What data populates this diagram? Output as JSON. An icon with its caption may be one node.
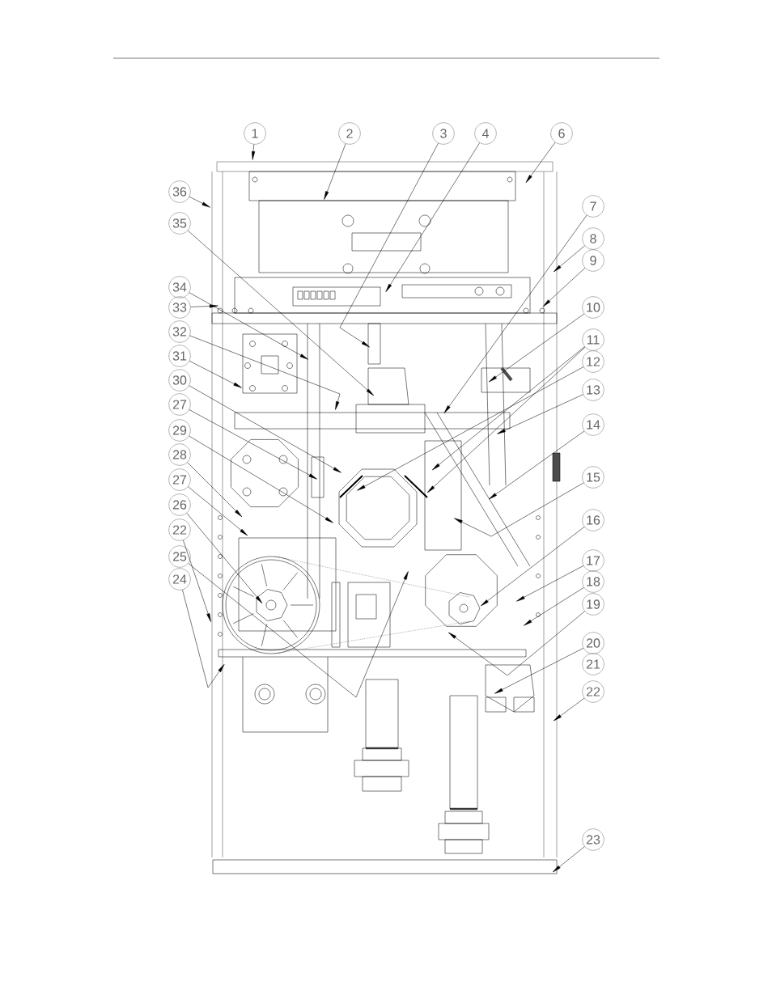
{
  "diagram": {
    "nodes": [
      {
        "text": [
          "1"
        ]
      },
      {
        "text": [
          "2"
        ]
      },
      {
        "text": [
          "3"
        ]
      },
      {
        "text": [
          "4"
        ]
      },
      {
        "text": [
          "6"
        ]
      },
      {
        "text": [
          "36"
        ]
      },
      {
        "text": [
          "35"
        ]
      },
      {
        "text": [
          "34"
        ]
      },
      {
        "text": [
          "33"
        ]
      },
      {
        "text": [
          "32"
        ]
      },
      {
        "text": [
          "31"
        ]
      },
      {
        "text": [
          "30"
        ]
      },
      {
        "text": [
          "27"
        ]
      },
      {
        "text": [
          "29"
        ]
      },
      {
        "text": [
          "28"
        ]
      },
      {
        "text": [
          "27"
        ]
      },
      {
        "text": [
          "26"
        ]
      },
      {
        "text": [
          "22"
        ]
      },
      {
        "text": [
          "25"
        ]
      },
      {
        "text": [
          "24"
        ]
      },
      {
        "text": [
          "7"
        ]
      },
      {
        "text": [
          "8"
        ]
      },
      {
        "text": [
          "9"
        ]
      },
      {
        "text": [
          "10"
        ]
      },
      {
        "text": [
          "11"
        ]
      },
      {
        "text": [
          "12"
        ]
      },
      {
        "text": [
          "13"
        ]
      },
      {
        "text": [
          "14"
        ]
      },
      {
        "text": [
          "15"
        ]
      },
      {
        "text": [
          "16"
        ]
      },
      {
        "text": [
          "17"
        ]
      },
      {
        "text": [
          "18"
        ]
      },
      {
        "text": [
          "19"
        ]
      },
      {
        "text": [
          "20"
        ]
      },
      {
        "text": [
          "21"
        ]
      },
      {
        "text": [
          "22"
        ]
      },
      {
        "text": [
          "23"
        ]
      }
    ],
    "edges": [
      {
        "from": 0,
        "to": null,
        "arrow": "to"
      },
      {
        "from": 1,
        "to": null,
        "arrow": "to"
      },
      {
        "from": 2,
        "to": null,
        "arrow": "to"
      },
      {
        "from": 3,
        "to": null,
        "arrow": "to"
      },
      {
        "from": 4,
        "to": null,
        "arrow": "to"
      },
      {
        "from": 5,
        "to": null,
        "arrow": "to"
      },
      {
        "from": 6,
        "to": null,
        "arrow": "to"
      },
      {
        "from": 7,
        "to": null,
        "arrow": "to"
      },
      {
        "from": 8,
        "to": null,
        "arrow": "to"
      },
      {
        "from": 9,
        "to": null,
        "arrow": "to"
      },
      {
        "from": 10,
        "to": null,
        "arrow": "to"
      },
      {
        "from": 11,
        "to": null,
        "arrow": "to"
      },
      {
        "from": 12,
        "to": null,
        "arrow": "to"
      },
      {
        "from": 13,
        "to": null,
        "arrow": "to"
      },
      {
        "from": 14,
        "to": null,
        "arrow": "to"
      },
      {
        "from": 15,
        "to": null,
        "arrow": "to"
      },
      {
        "from": 16,
        "to": null,
        "arrow": "to"
      },
      {
        "from": 17,
        "to": null,
        "arrow": "to"
      },
      {
        "from": 18,
        "to": null,
        "arrow": "to"
      },
      {
        "from": 19,
        "to": null,
        "arrow": "to"
      },
      {
        "from": 20,
        "to": null,
        "arrow": "to"
      },
      {
        "from": 21,
        "to": null,
        "arrow": "to"
      },
      {
        "from": 22,
        "to": null,
        "arrow": "to"
      },
      {
        "from": 23,
        "to": null,
        "arrow": "to"
      },
      {
        "from": 24,
        "to": null,
        "arrow": "to"
      },
      {
        "from": 24,
        "to": null,
        "arrow": "to"
      },
      {
        "from": 25,
        "to": null,
        "arrow": "to"
      },
      {
        "from": 26,
        "to": null,
        "arrow": "to"
      },
      {
        "from": 27,
        "to": null,
        "arrow": "to"
      },
      {
        "from": 28,
        "to": null,
        "arrow": "to"
      },
      {
        "from": 29,
        "to": null,
        "arrow": "to"
      },
      {
        "from": 30,
        "to": null,
        "arrow": "to"
      },
      {
        "from": 31,
        "to": null,
        "arrow": "to"
      },
      {
        "from": 32,
        "to": null,
        "arrow": "to"
      },
      {
        "from": 33,
        "to": null,
        "arrow": "to"
      },
      {
        "from": 35,
        "to": null,
        "arrow": "to"
      },
      {
        "from": 36,
        "to": null,
        "arrow": "to"
      }
    ]
  }
}
